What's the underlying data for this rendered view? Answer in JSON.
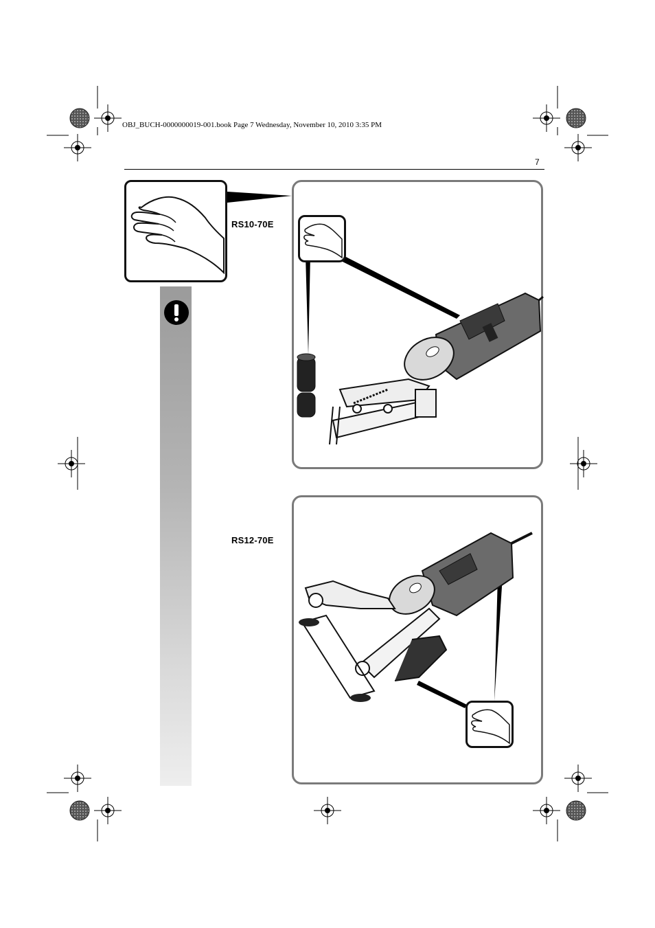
{
  "header": {
    "book_info": "OBJ_BUCH-0000000019-001.book  Page 7  Wednesday, November 10, 2010  3:35 PM",
    "page_number": "7"
  },
  "figures": [
    {
      "model": "RS10-70E"
    },
    {
      "model": "RS12-70E"
    }
  ],
  "icons": {
    "warning": "exclamation-icon",
    "hand": "hand-icon",
    "registration": "registration-mark-icon"
  },
  "colors": {
    "frame": "#7a7a7a",
    "sidebar_top": "#9b9b9b",
    "sidebar_bottom": "#eeeeee",
    "tool_body": "#6b6b6b"
  }
}
